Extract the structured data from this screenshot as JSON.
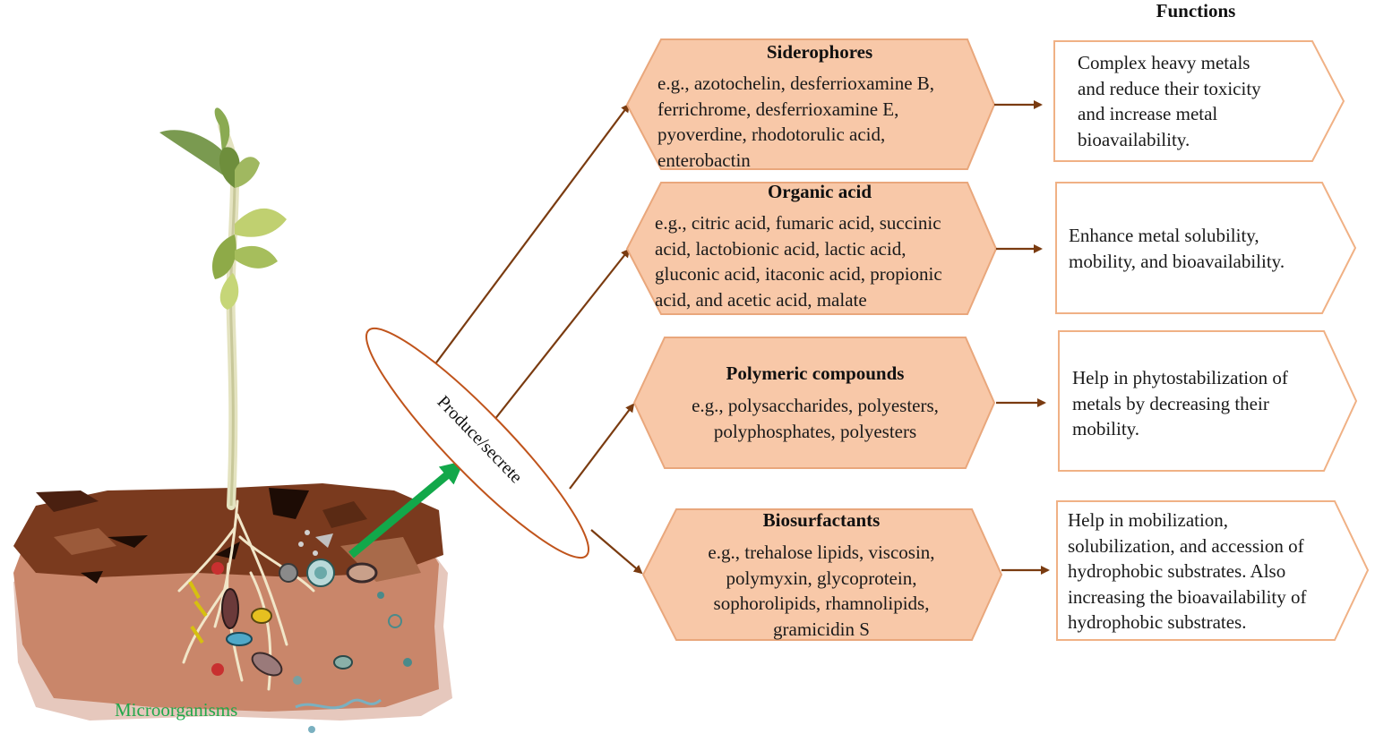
{
  "functions_heading": "Functions",
  "microorganisms_label": "Microorganisms",
  "ellipse_label": "Produce/secrete",
  "colors": {
    "compound_fill": "#f8c8a8",
    "compound_stroke": "#e9a77c",
    "function_stroke": "#f0b185",
    "arrow": "#7a3b10",
    "green_arrow": "#12a84a",
    "microbe_text": "#22a74a"
  },
  "compounds": [
    {
      "title": "Siderophores",
      "lines": [
        "e.g., azotochelin, desferrioxamine B,",
        "ferrichrome, desferrioxamine E,",
        "pyoverdine, rhodotorulic acid,",
        "enterobactin"
      ]
    },
    {
      "title": "Organic acid",
      "lines": [
        "e.g., citric acid, fumaric acid, succinic",
        "acid, lactobionic acid, lactic acid,",
        "gluconic acid, itaconic acid, propionic",
        "acid, and acetic acid, malate"
      ]
    },
    {
      "title": "Polymeric compounds",
      "lines": [
        "e.g., polysaccharides, polyesters,",
        "polyphosphates, polyesters"
      ]
    },
    {
      "title": "Biosurfactants",
      "lines": [
        "e.g., trehalose lipids, viscosin,",
        "polymyxin, glycoprotein,",
        "sophorolipids, rhamnolipids,",
        "gramicidin S"
      ]
    }
  ],
  "functions": [
    {
      "lines": [
        "Complex heavy metals",
        "and reduce their toxicity",
        "and increase metal",
        "bioavailability."
      ]
    },
    {
      "lines": [
        "Enhance metal solubility,",
        "mobility, and bioavailability."
      ]
    },
    {
      "lines": [
        "Help in phytostabilization of",
        "metals by decreasing their",
        "mobility."
      ]
    },
    {
      "lines": [
        "Help in mobilization,",
        "solubilization, and accession of",
        "hydrophobic substrates.  Also",
        "increasing the bioavailability of",
        "hydrophobic substrates."
      ]
    }
  ]
}
